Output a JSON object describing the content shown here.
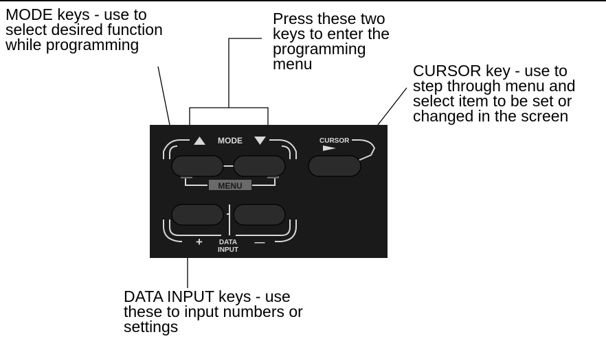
{
  "callouts": {
    "mode_keys": {
      "lines": [
        "MODE keys - use to",
        "select desired function",
        "while programming"
      ]
    },
    "press_two_keys": {
      "lines": [
        "Press these two",
        "keys to enter the",
        "programming",
        "menu"
      ]
    },
    "cursor_key": {
      "lines": [
        "CURSOR key - use to",
        "step through menu and",
        "select item to be set or",
        "changed in the screen"
      ]
    },
    "data_input_keys": {
      "lines": [
        "DATA INPUT keys - use",
        "these to input numbers or",
        "settings"
      ]
    }
  },
  "panel": {
    "mode_label": "MODE",
    "menu_label": "MENU",
    "cursor_label": "CURSOR",
    "data_label_line1": "DATA",
    "data_label_line2": "INPUT",
    "plus_symbol": "+",
    "minus_symbol": "—"
  },
  "colors": {
    "panel_bg": "#1a1a1a",
    "key_fill": "#2b2b2b",
    "marking": "#d8d8d8",
    "menu_bar": "#6a6a6a"
  }
}
